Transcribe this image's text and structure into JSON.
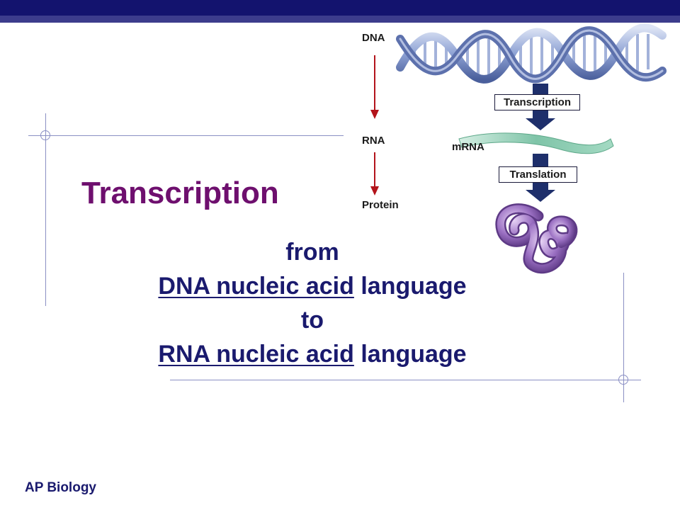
{
  "slide": {
    "title": "Transcription",
    "subtitle": {
      "line1": "from",
      "line2_link": "DNA nucleic acid",
      "line2_rest": " language",
      "line3": "to",
      "line4_link": "RNA nucleic acid",
      "line4_rest": " language"
    },
    "footer": "AP Biology"
  },
  "figure": {
    "left_labels": {
      "dna": "DNA",
      "rna": "RNA",
      "protein": "Protein"
    },
    "mrna_label": "mRNA",
    "step1": "Transcription",
    "step2": "Translation"
  },
  "colors": {
    "header_bar": "#13136e",
    "title": "#6e0f6e",
    "body_text": "#1a1a6e",
    "arrow_red": "#b3141b",
    "dna_blue": "#7f93c9",
    "mrna_green": "#7fc4a8",
    "protein_purple": "#9a6fc2"
  }
}
